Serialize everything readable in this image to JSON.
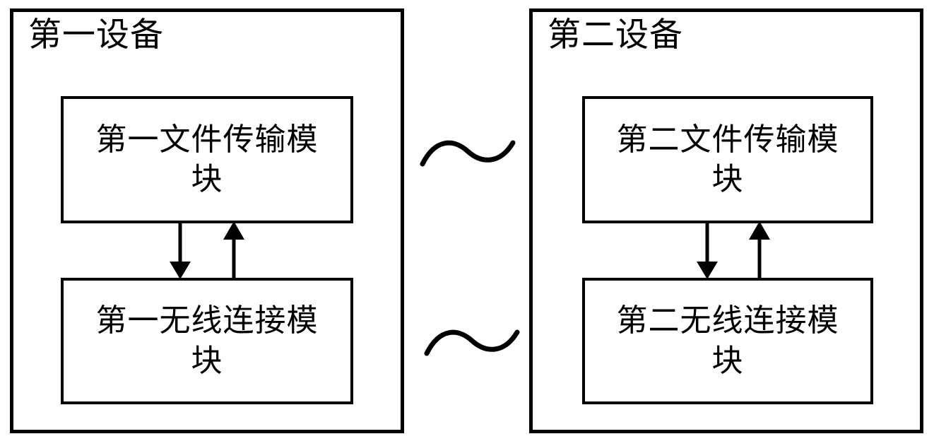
{
  "diagram": {
    "type": "block-diagram",
    "background_color": "#ffffff",
    "line_color": "#000000",
    "devices": [
      {
        "id": "first-device",
        "title": "第一设备",
        "modules": [
          {
            "id": "first-file-transfer-module",
            "label": "第一文件传输模块"
          },
          {
            "id": "first-wireless-connection-module",
            "label": "第一无线连接模块"
          }
        ],
        "connectors": [
          {
            "id": "first-downlink",
            "direction": "down",
            "from": "first-file-transfer-module",
            "to": "first-wireless-connection-module"
          },
          {
            "id": "first-uplink",
            "direction": "up",
            "from": "first-wireless-connection-module",
            "to": "first-file-transfer-module"
          }
        ]
      },
      {
        "id": "second-device",
        "title": "第二设备",
        "modules": [
          {
            "id": "second-file-transfer-module",
            "label": "第二文件传输模块"
          },
          {
            "id": "second-wireless-connection-module",
            "label": "第二无线连接模块"
          }
        ],
        "connectors": [
          {
            "id": "second-downlink",
            "direction": "down",
            "from": "second-file-transfer-module",
            "to": "second-wireless-connection-module"
          },
          {
            "id": "second-uplink",
            "direction": "up",
            "from": "second-wireless-connection-module",
            "to": "second-file-transfer-module"
          }
        ]
      }
    ],
    "wireless_links": [
      {
        "id": "upper-wireless-link",
        "symbol": "~",
        "between": [
          "first-file-transfer-module",
          "second-file-transfer-module"
        ]
      },
      {
        "id": "lower-wireless-link",
        "symbol": "~",
        "between": [
          "first-wireless-connection-module",
          "second-wireless-connection-module"
        ]
      }
    ]
  }
}
